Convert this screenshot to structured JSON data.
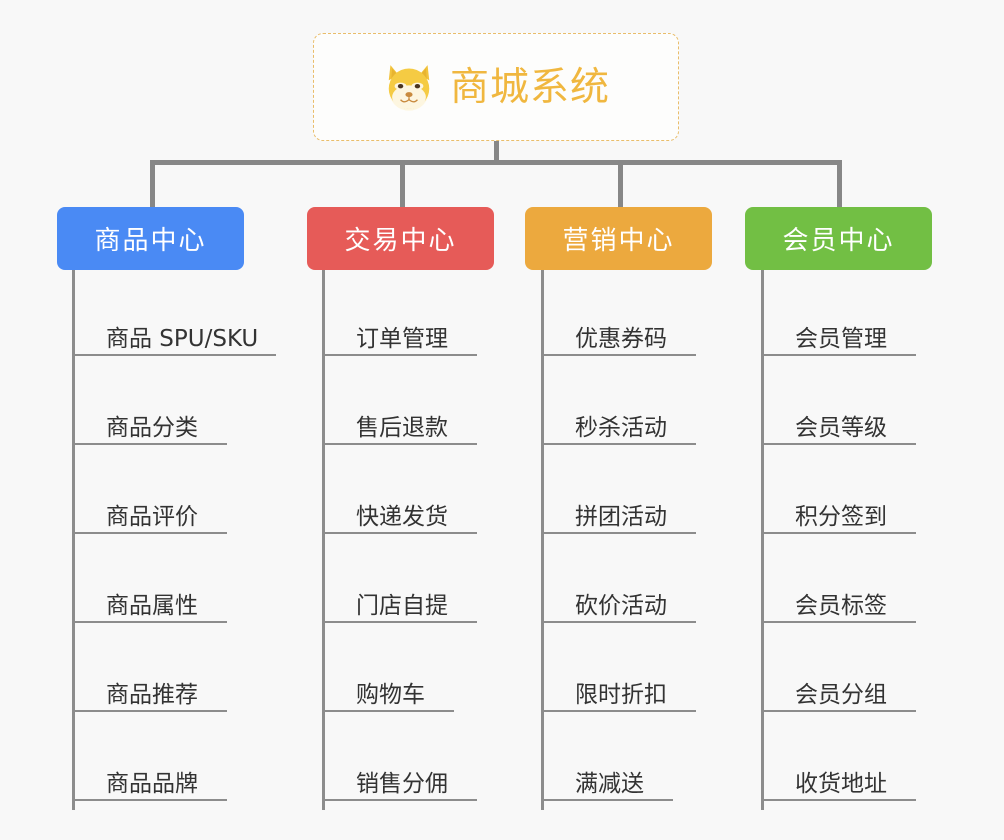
{
  "diagram": {
    "background_color": "#f8f8f8",
    "connector_color": "#878787",
    "root": {
      "title": "商城系统",
      "icon": "shiba-dog-face-icon",
      "text_color": "#f0b73f",
      "border_color": "#e9bd6a",
      "background_color": "#fdfdfc"
    },
    "categories": [
      {
        "label": "商品中心",
        "color": "#4a8af4",
        "items": [
          "商品 SPU/SKU",
          "商品分类",
          "商品评价",
          "商品属性",
          "商品推荐",
          "商品品牌"
        ]
      },
      {
        "label": "交易中心",
        "color": "#e65b58",
        "items": [
          "订单管理",
          "售后退款",
          "快递发货",
          "门店自提",
          "购物车",
          "销售分佣"
        ]
      },
      {
        "label": "营销中心",
        "color": "#eca93e",
        "items": [
          "优惠券码",
          "秒杀活动",
          "拼团活动",
          "砍价活动",
          "限时折扣",
          "满减送"
        ]
      },
      {
        "label": "会员中心",
        "color": "#72bf44",
        "items": [
          "会员管理",
          "会员等级",
          "积分签到",
          "会员标签",
          "会员分组",
          "收货地址"
        ]
      }
    ]
  }
}
